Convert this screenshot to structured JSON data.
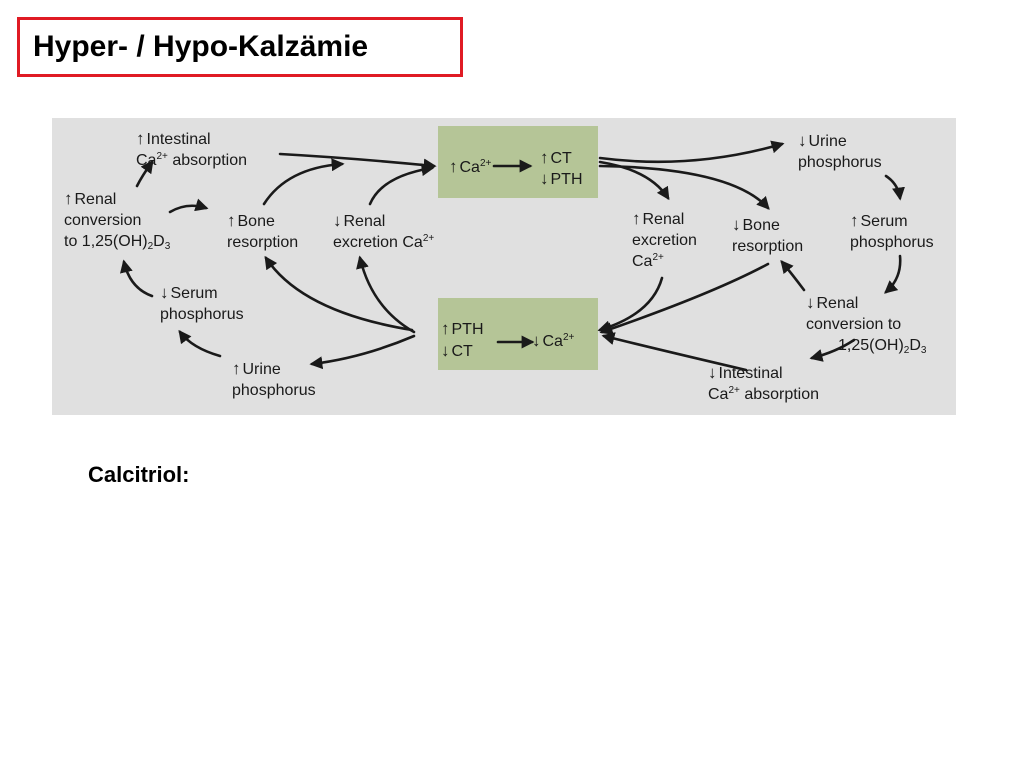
{
  "title": "Hyper- / Hypo-Kalzämie",
  "footer_label": "Calcitriol:",
  "symbols": {
    "up": "↑",
    "down": "↓",
    "arrow_right": "⟶",
    "two_plus": "2+"
  },
  "left_cycle": {
    "top_box": {
      "ca": "Ca",
      "ct": "CT",
      "pth": "PTH"
    },
    "intestinal": {
      "line1": "Intestinal",
      "line2_prefix": "Ca",
      "line2_suffix": "absorption"
    },
    "renal_conversion": {
      "line1": "Renal",
      "line2": "conversion",
      "line3_prefix": "to 1,25(OH)",
      "sub2": "2",
      "line3_mid": "D",
      "sub3": "3"
    },
    "bone": {
      "line1": "Bone",
      "line2": "resorption"
    },
    "renal_excretion": {
      "line1": "Renal",
      "line2": "excretion Ca"
    },
    "serum_phosphorus": {
      "line1": "Serum",
      "line2": "phosphorus"
    },
    "urine_phosphorus": {
      "line1": "Urine",
      "line2": "phosphorus"
    }
  },
  "right_cycle": {
    "bottom_box": {
      "pth": "PTH",
      "ct": "CT",
      "ca": "Ca"
    },
    "urine_phosphorus": {
      "line1": "Urine",
      "line2": "phosphorus"
    },
    "renal_excretion": {
      "line1": "Renal",
      "line2": "excretion",
      "line3": "Ca"
    },
    "bone": {
      "line1": "Bone",
      "line2": "resorption"
    },
    "serum_phosphorus": {
      "line1": "Serum",
      "line2": "phosphorus"
    },
    "renal_conversion": {
      "line1": "Renal",
      "line2": "conversion to",
      "line3_prefix": "1,25(OH)",
      "sub2": "2",
      "line3_mid": "D",
      "sub3": "3"
    },
    "intestinal": {
      "line1": "Intestinal",
      "line2_prefix": "Ca",
      "line2_suffix": "absorption"
    }
  },
  "colors": {
    "title_border": "#e01b24",
    "diagram_bg": "#e0e0e0",
    "box_green": "#b5c597",
    "arrow": "#1a1a1a"
  }
}
